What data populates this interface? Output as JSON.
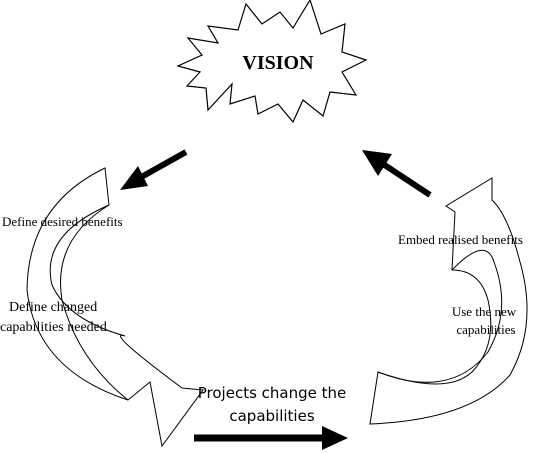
{
  "diagram": {
    "vision": "VISION",
    "labels": {
      "define_benefits": "Define desired benefits",
      "define_capabilities_line1": "Define changed",
      "define_capabilities_line2": "capabilities needed",
      "projects_line1": "Projects change the",
      "projects_line2": "capabilities",
      "use_capabilities_line1": "Use the new",
      "use_capabilities_line2": "capabilities",
      "embed_benefits": "Embed realised benefits"
    }
  }
}
